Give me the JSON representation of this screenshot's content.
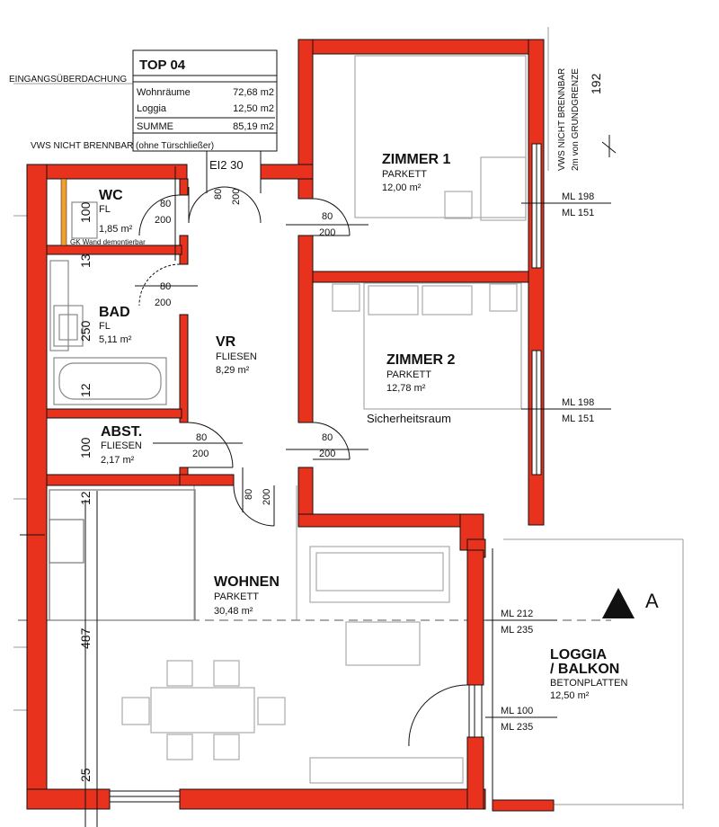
{
  "colors": {
    "wall": "#e8321e",
    "line": "#111111",
    "furniture": "#aaaaaa",
    "gk_wall": "#f0a030"
  },
  "header_notes": {
    "canopy": "EINGANGSÜBERDACHUNG",
    "vws_top": "VWS NICHT BRENNBAR (ohne Türschließer)",
    "vws_right_1": "VWS NICHT BRENNBAR",
    "vws_right_2": "2m von GRUNDGRENZE",
    "dim_192": "192"
  },
  "unit_table": {
    "title": "TOP 04",
    "rows": [
      {
        "label": "Wohnräume",
        "value": "72,68 m2"
      },
      {
        "label": "Loggia",
        "value": "12,50 m2"
      },
      {
        "label": "SUMME",
        "value": "85,19 m2"
      }
    ]
  },
  "rooms": {
    "zimmer1": {
      "name": "ZIMMER 1",
      "floor": "PARKETT",
      "area": "12,00 m²"
    },
    "zimmer2": {
      "name": "ZIMMER 2",
      "floor": "PARKETT",
      "area": "12,78 m²",
      "note": "Sicherheitsraum"
    },
    "wc": {
      "name": "WC",
      "floor": "FL",
      "area": "1,85 m²",
      "note": "GK Wand demontierbar"
    },
    "bad": {
      "name": "BAD",
      "floor": "FL",
      "area": "5,11 m²"
    },
    "vr": {
      "name": "VR",
      "floor": "FLIESEN",
      "area": "8,29 m²"
    },
    "abst": {
      "name": "ABST.",
      "floor": "FLIESEN",
      "area": "2,17 m²"
    },
    "wohnen": {
      "name": "WOHNEN",
      "floor": "PARKETT",
      "area": "30,48 m²"
    },
    "loggia": {
      "name_1": "LOGGIA",
      "name_2": "/ BALKON",
      "floor": "BETONPLATTEN",
      "area": "12,50 m²"
    }
  },
  "doors": {
    "entrance": "EI2 30",
    "entrance_w": "80",
    "entrance_h": "200",
    "wc_w": "80",
    "wc_h": "200",
    "bad_w": "80",
    "bad_h": "200",
    "z1_w": "80",
    "z1_h": "200",
    "z2_w": "80",
    "z2_h": "200",
    "abst_w": "80",
    "abst_h": "200",
    "wohnen_w": "80",
    "wohnen_h": "200"
  },
  "levels": {
    "z1_a": "ML 198",
    "z1_b": "ML 151",
    "z2_a": "ML 198",
    "z2_b": "ML 151",
    "loggia_a": "ML 212",
    "loggia_b": "ML 235",
    "loggia_c": "ML 100",
    "loggia_d": "ML 235"
  },
  "left_dims": {
    "d100": "100",
    "d13": "13",
    "d250": "250",
    "d12a": "12",
    "d100b": "100",
    "d12b": "12",
    "d487": "487",
    "d25": "25"
  },
  "section_marker": "A"
}
